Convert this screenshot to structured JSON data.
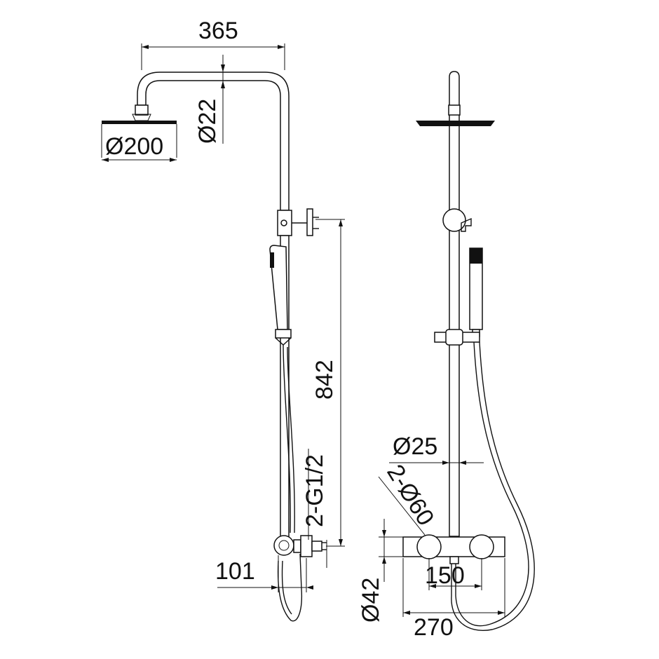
{
  "colors": {
    "line": "#111111",
    "background": "#ffffff"
  },
  "dimensions": {
    "arm_width": "365",
    "pipe_dia_top": "Ø22",
    "head_dia": "Ø200",
    "height": "842",
    "inlet_thread": "2-G1/2",
    "offset": "101",
    "rail_dia": "Ø25",
    "eccentric": "2-Ø60",
    "center_distance": "150",
    "body_dia": "Ø42",
    "body_width": "270"
  }
}
